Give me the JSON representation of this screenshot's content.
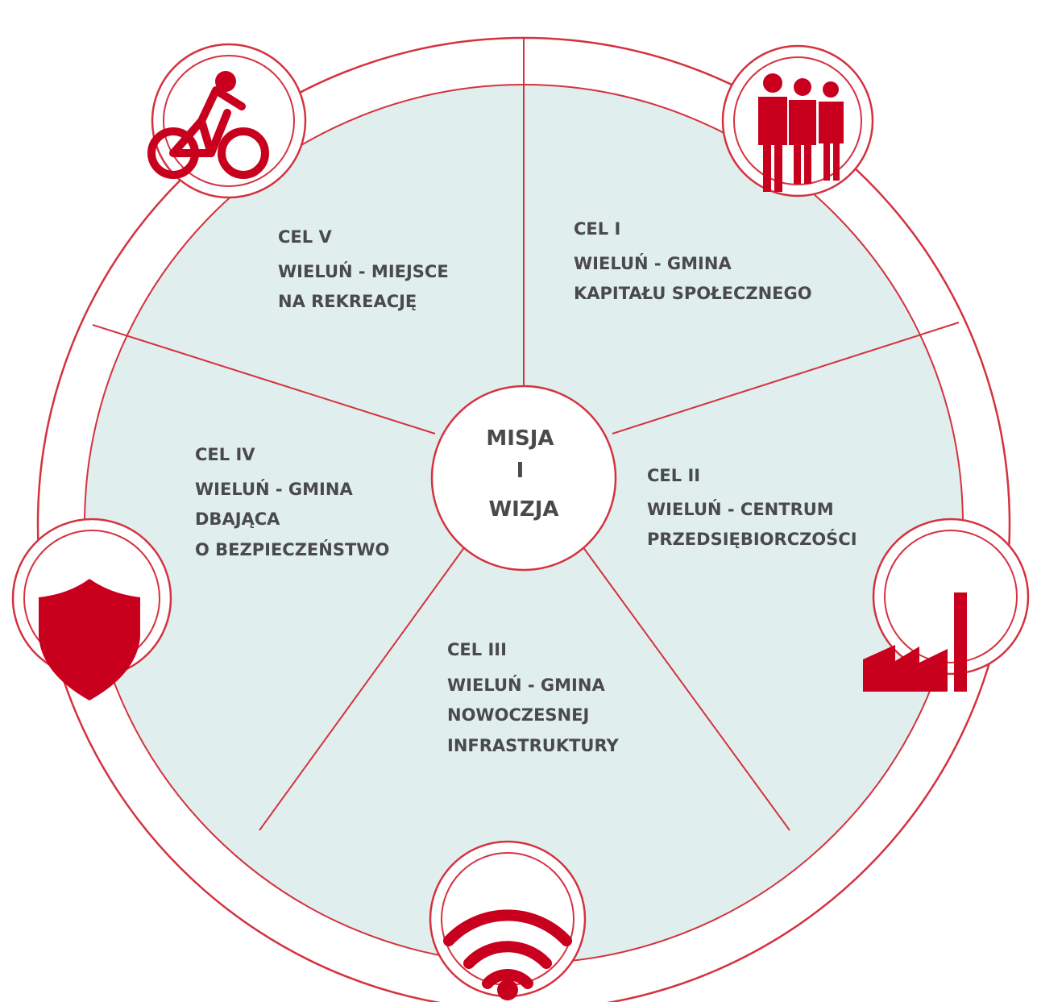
{
  "center": {
    "lines": [
      "MISJA",
      "I",
      "WIZJA"
    ]
  },
  "goals": [
    {
      "id": "cel-1",
      "lines": [
        "CEL I",
        "WIELUŃ - GMINA",
        "KAPITAŁU SPOŁECZNEGO"
      ],
      "icon": "people-icon"
    },
    {
      "id": "cel-2",
      "lines": [
        "CEL II",
        "WIELUŃ - CENTRUM",
        "PRZEDSIĘBIORCZOŚCI"
      ],
      "icon": "factory-icon"
    },
    {
      "id": "cel-3",
      "lines": [
        "CEL III",
        "WIELUŃ - GMINA",
        "NOWOCZESNEJ",
        "INFRASTRUKTURY"
      ],
      "icon": "wifi-icon"
    },
    {
      "id": "cel-4",
      "lines": [
        "CEL IV",
        "WIELUŃ - GMINA",
        "DBAJĄCA",
        "O BEZPIECZEŃSTWO"
      ],
      "icon": "shield-icon"
    },
    {
      "id": "cel-5",
      "lines": [
        "CEL V",
        "WIELUŃ - MIEJSCE",
        "NA REKREACJĘ"
      ],
      "icon": "bicycle-icon"
    }
  ],
  "colors": {
    "accent": "#c8001e",
    "fill": "#e0efed",
    "text": "#4a4a4a",
    "line": "#d4323f"
  }
}
